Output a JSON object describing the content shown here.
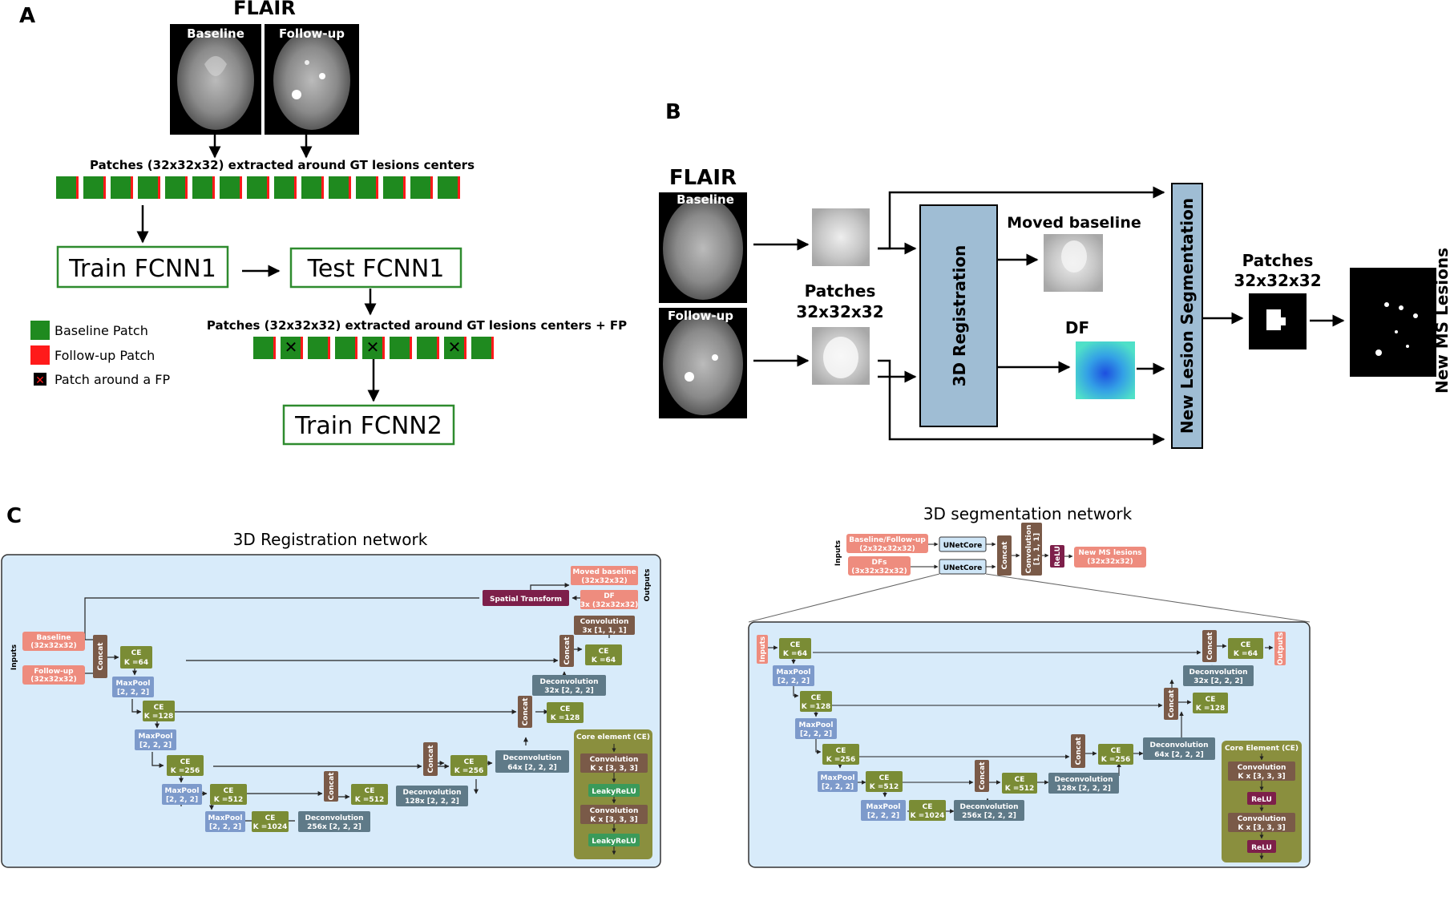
{
  "panel_a": {
    "letter": "A",
    "flair_title": "FLAIR",
    "baseline_label": "Baseline",
    "followup_label": "Follow-up",
    "patches_label": "Patches (32x32x32) extracted around GT lesions centers",
    "train1": "Train FCNN1",
    "test1": "Test FCNN1",
    "patches_fp_label": "Patches (32x32x32) extracted around GT lesions centers + FP",
    "train2": "Train FCNN2",
    "legend": {
      "baseline_patch": "Baseline Patch",
      "followup_patch": "Follow-up Patch",
      "fp_patch": "Patch around a FP"
    },
    "colors": {
      "baseline": "#1f8a1f",
      "followup": "#ff1a1a",
      "box_border": "#2e8b2e"
    }
  },
  "panel_b": {
    "letter": "B",
    "flair_title": "FLAIR",
    "baseline_label": "Baseline",
    "followup_label": "Follow-up",
    "patches_label_1": "Patches",
    "patches_label_2": "32x32x32",
    "registration": "3D Registration",
    "moved_baseline": "Moved baseline",
    "df": "DF",
    "segmentation": "New Lesion Segmentation",
    "patches_out_1": "Patches",
    "patches_out_2": "32x32x32",
    "new_ms_lesions": "New MS Lesions",
    "colors": {
      "block": "#9fbdd4"
    }
  },
  "panel_c": {
    "letter": "C",
    "reg_title": "3D Registration network",
    "seg_title": "3D segmentation network",
    "reg": {
      "inputs": "Inputs",
      "outputs": "Outputs",
      "baseline": [
        "Baseline",
        "(32x32x32)"
      ],
      "followup": [
        "Follow-up",
        "(32x32x32)"
      ],
      "concat": "Concat",
      "ce64": [
        "CE",
        "K =64"
      ],
      "maxpool1": [
        "MaxPool",
        "[2, 2, 2]"
      ],
      "ce128": [
        "CE",
        "K =128"
      ],
      "maxpool2": [
        "MaxPool",
        "[2, 2, 2]"
      ],
      "ce256": [
        "CE",
        "K =256"
      ],
      "maxpool3": [
        "MaxPool",
        "[2, 2, 2]"
      ],
      "ce512": [
        "CE",
        "K =512"
      ],
      "maxpool4": [
        "MaxPool",
        "[2, 2, 2]"
      ],
      "ce1024": [
        "CE",
        "K =1024"
      ],
      "deconv256": [
        "Deconvolution",
        "256x [2, 2, 2]"
      ],
      "ce512b": [
        "CE",
        "K =512"
      ],
      "deconv128": [
        "Deconvolution",
        "128x [2, 2, 2]"
      ],
      "ce256b": [
        "CE",
        "K =256"
      ],
      "deconv64": [
        "Deconvolution",
        "64x [2, 2, 2]"
      ],
      "ce128b": [
        "CE",
        "K =128"
      ],
      "deconv32": [
        "Deconvolution",
        "32x [2, 2, 2]"
      ],
      "ce64b": [
        "CE",
        "K =64"
      ],
      "conv3x": [
        "Convolution",
        "3x [1, 1, 1]"
      ],
      "df_out": [
        "DF",
        "3x (32x32x32)"
      ],
      "moved_out": [
        "Moved baseline",
        "(32x32x32)"
      ],
      "spatial": "Spatial Transform",
      "core_title": "Core element (CE)",
      "core_conv": [
        "Convolution",
        "K x [3, 3, 3]"
      ],
      "core_act": "LeakyReLU"
    },
    "seg": {
      "inputs": "Inputs",
      "in1": [
        "Baseline/Follow-up",
        "(2x32x32x32)"
      ],
      "in2": [
        "DFs",
        "(3x32x32x32)"
      ],
      "unet": "UNetCore",
      "concat": "Concat",
      "conv": [
        "Convolution",
        "[1, 1, 1]"
      ],
      "relu": "ReLU",
      "out": [
        "New MS lesions",
        "(32x32x32)"
      ],
      "u_inputs": "Inputs",
      "u_outputs": "Outputs",
      "ce64": [
        "CE",
        "K =64"
      ],
      "maxpool1": [
        "MaxPool",
        "[2, 2, 2]"
      ],
      "ce128": [
        "CE",
        "K =128"
      ],
      "maxpool2": [
        "MaxPool",
        "[2, 2, 2]"
      ],
      "ce256": [
        "CE",
        "K =256"
      ],
      "maxpool3": [
        "MaxPool",
        "[2, 2, 2]"
      ],
      "ce512": [
        "CE",
        "K =512"
      ],
      "maxpool4": [
        "MaxPool",
        "[2, 2, 2]"
      ],
      "ce1024": [
        "CE",
        "K =1024"
      ],
      "deconv256": [
        "Deconvolution",
        "256x [2, 2, 2]"
      ],
      "ce512b": [
        "CE",
        "K =512"
      ],
      "deconv128": [
        "Deconvolution",
        "128x [2, 2, 2]"
      ],
      "ce256b": [
        "CE",
        "K =256"
      ],
      "deconv64": [
        "Deconvolution",
        "64x [2, 2, 2]"
      ],
      "ce128b": [
        "CE",
        "K =128"
      ],
      "deconv32": [
        "Deconvolution",
        "32x [2, 2, 2]"
      ],
      "ce64b": [
        "CE",
        "K =64"
      ],
      "core_title": "Core Element (CE)",
      "core_conv": [
        "Convolution",
        "K x [3, 3, 3]"
      ],
      "core_act": "ReLU"
    },
    "colors": {
      "panel_bg": "#d8ebfa",
      "salmon": "#ee8c7e",
      "olive": "#7a8c35",
      "maxpool": "#7d9acb",
      "deconv": "#5f7a88",
      "concat": "#7a5a48",
      "maroon": "#7d1f4a",
      "core_bg": "#8a8f3e"
    }
  }
}
